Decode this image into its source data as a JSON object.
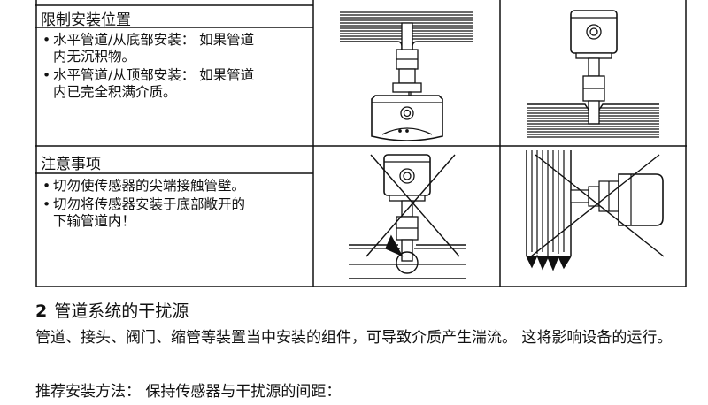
{
  "row1": {
    "header": "限制安装位置",
    "bullets": [
      {
        "line1": "水平管道/从底部安装： 如果管道",
        "line2": "内无沉积物。"
      },
      {
        "line1": "水平管道/从顶部安装： 如果管道",
        "line2": "内已完全积满介质。"
      }
    ]
  },
  "row2": {
    "header": "注意事项",
    "bullets": [
      {
        "line1": "切勿使传感器的尖端接触管壁。",
        "line2": ""
      },
      {
        "line1": "切勿将传感器安装于底部敞开的",
        "line2": "下输管道内！"
      }
    ]
  },
  "section": {
    "number": "2",
    "title": "管道系统的干扰源",
    "paragraph": "管道、接头、阀门、缩管等装置当中安装的组件，可导致介质产生湍流。 这将影响设备的运行。",
    "recommendation": "推荐安装方法： 保持传感器与干扰源的间距："
  },
  "icons": {
    "bullet": "•",
    "images": [
      "sensor-bottom-mount-icon",
      "sensor-top-mount-icon",
      "sensor-tip-touching-wall-crossed-icon",
      "sensor-open-drain-pipe-crossed-icon"
    ]
  }
}
